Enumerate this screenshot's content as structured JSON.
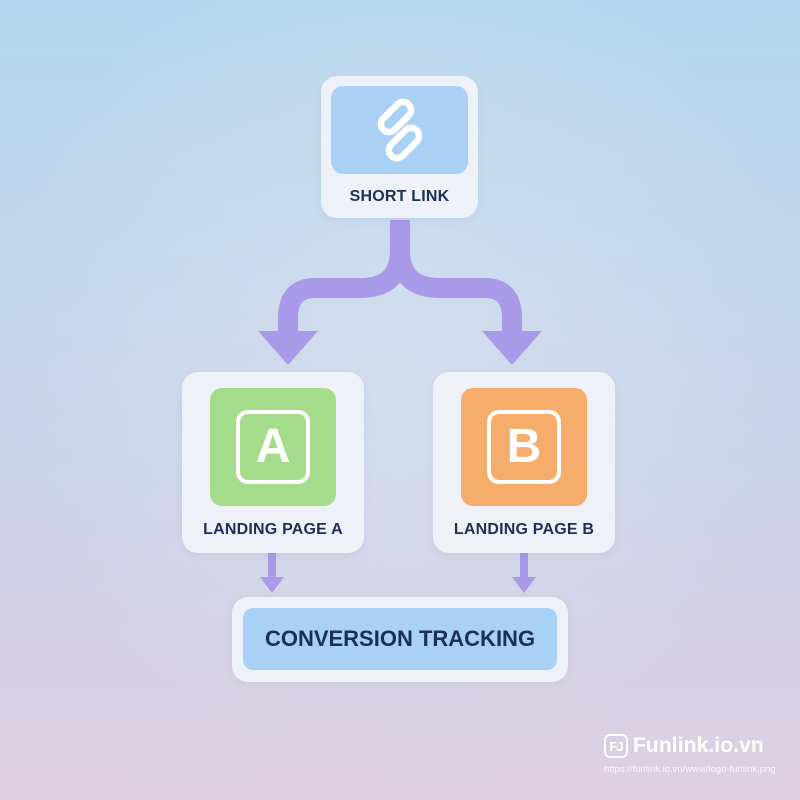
{
  "diagram": {
    "nodes": {
      "short_link": {
        "label": "SHORT LINK",
        "icon": "link-chain-icon",
        "color": "#a9d1f5"
      },
      "landing_a": {
        "label": "LANDING PAGE A",
        "letter": "A",
        "color": "#a4dc8c"
      },
      "landing_b": {
        "label": "LANDING PAGE B",
        "letter": "B",
        "color": "#f6ad6b"
      },
      "conversion": {
        "label": "CONVERSION TRACKING",
        "color": "#a9d1f5"
      }
    },
    "edges": [
      {
        "from": "short_link",
        "to": "landing_a"
      },
      {
        "from": "short_link",
        "to": "landing_b"
      },
      {
        "from": "landing_a",
        "to": "conversion"
      },
      {
        "from": "landing_b",
        "to": "conversion"
      }
    ],
    "connector_color": "#a89ae8"
  },
  "branding": {
    "logo_text": "FJ",
    "name": "Funlink.io.vn",
    "url": "https://funlink.io.vn/www/logo-funlink.png"
  }
}
